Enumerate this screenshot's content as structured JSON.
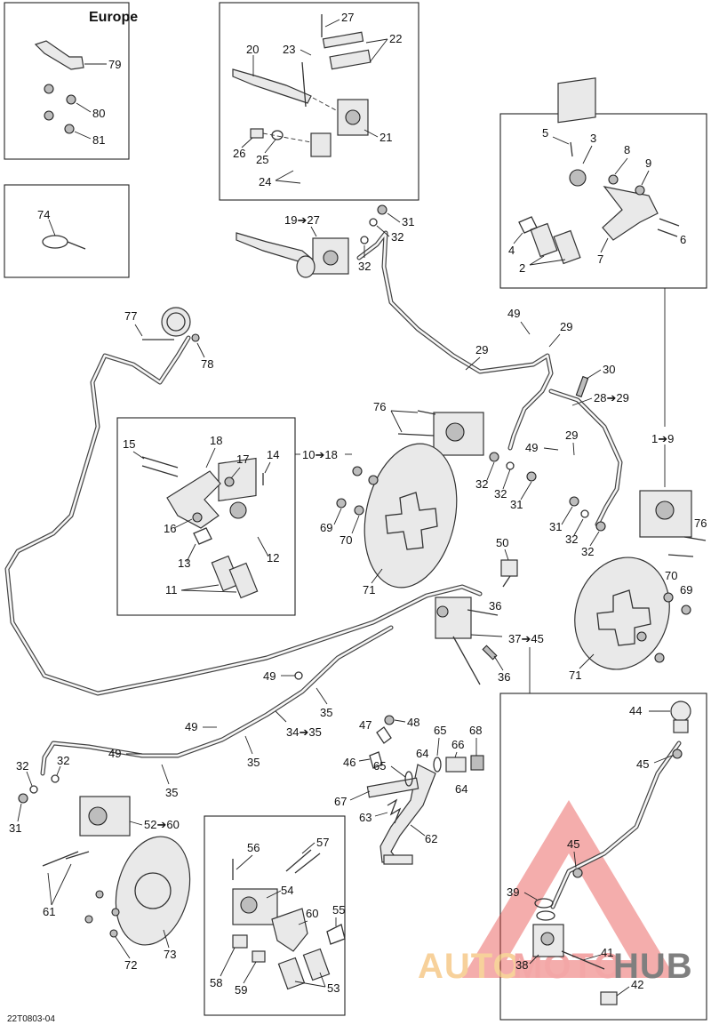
{
  "region_label": "Europe",
  "drawing_code": "22T0803-04",
  "watermark": {
    "text_a": "AUTO",
    "text_b": "MOTO",
    "text_c": "HUB",
    "color_a": "#f5c27a",
    "color_b": "#f08a8a",
    "color_c": "#555555",
    "triangle_color": "#e53935"
  },
  "callouts": {
    "c1_9": "1➔9",
    "c2": "2",
    "c3": "3",
    "c4": "4",
    "c5": "5",
    "c6": "6",
    "c7": "7",
    "c8": "8",
    "c9": "9",
    "c10_18": "10➔18",
    "c11": "11",
    "c12": "12",
    "c13": "13",
    "c14": "14",
    "c15": "15",
    "c16": "16",
    "c17": "17",
    "c18": "18",
    "c19_27": "19➔27",
    "c20": "20",
    "c21": "21",
    "c22": "22",
    "c23": "23",
    "c24": "24",
    "c25": "25",
    "c26": "26",
    "c27": "27",
    "c28_29": "28➔29",
    "c29a": "29",
    "c29b": "29",
    "c29c": "29",
    "c30": "30",
    "c31a": "31",
    "c31b": "31",
    "c31c": "31",
    "c31d": "31",
    "c32a": "32",
    "c32b": "32",
    "c32c": "32",
    "c32d": "32",
    "c32e": "32",
    "c32f": "32",
    "c32g": "32",
    "c32h": "32",
    "c34_35": "34➔35",
    "c35a": "35",
    "c35b": "35",
    "c35c": "35",
    "c36a": "36",
    "c36b": "36",
    "c37_45": "37➔45",
    "c38": "38",
    "c39": "39",
    "c41": "41",
    "c42": "42",
    "c44": "44",
    "c45a": "45",
    "c45b": "45",
    "c46": "46",
    "c47": "47",
    "c48": "48",
    "c49a": "49",
    "c49b": "49",
    "c49c": "49",
    "c49d": "49",
    "c49e": "49",
    "c50": "50",
    "c52_60": "52➔60",
    "c53": "53",
    "c54": "54",
    "c55": "55",
    "c56": "56",
    "c57": "57",
    "c58": "58",
    "c59": "59",
    "c60": "60",
    "c61": "61",
    "c62": "62",
    "c63": "63",
    "c64a": "64",
    "c64b": "64",
    "c65a": "65",
    "c65b": "65",
    "c66": "66",
    "c67": "67",
    "c68": "68",
    "c69a": "69",
    "c69b": "69",
    "c70a": "70",
    "c70b": "70",
    "c71a": "71",
    "c71b": "71",
    "c72": "72",
    "c73": "73",
    "c74": "74",
    "c76a": "76",
    "c76b": "76",
    "c77": "77",
    "c78": "78",
    "c79": "79",
    "c80": "80",
    "c81": "81"
  }
}
